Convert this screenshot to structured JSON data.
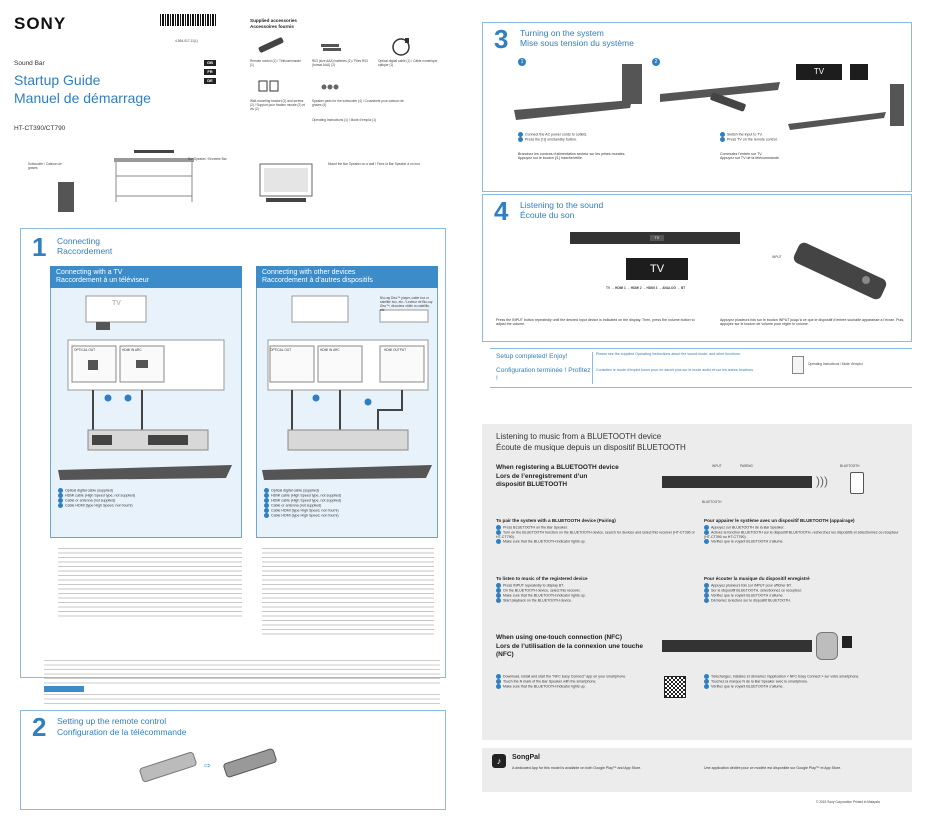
{
  "brand": "SONY",
  "model_code": "4-594-017-11(1)",
  "product": "Sound Bar",
  "title_en": "Startup Guide",
  "title_fr": "Manuel de démarrage",
  "model": "HT-CT390/CT790",
  "langs": [
    "GB",
    "FR",
    "DE"
  ],
  "accessories": {
    "title_en": "Supplied accessories",
    "title_fr": "Accessoires fournis",
    "items": [
      "Remote control (1) / Télécommande (1)",
      "R03 (size AAA) batteries (2) / Piles R03 (format AAA) (2)",
      "Optical digital cable (1) / Câble numérique optique (1)",
      "Wall-mounting bracket (2) and screws (2) / Support pour fixation murale (2) et vis (2)",
      "Speaker pads for the subwoofer (4) / Coussinets pour caisson de graves (4)",
      "Operating Instructions (1) / Mode d’emploi (1)"
    ]
  },
  "placement": {
    "subwoofer": "Subwoofer / Caisson de graves",
    "bar": "Bar Speaker / Enceinte Bar",
    "wall": "Mount the Bar Speaker on a wall / Fixez la Bar Speaker à un mur"
  },
  "step1": {
    "num": "1",
    "title_en": "Connecting",
    "title_fr": "Raccordement",
    "tv_header_en": "Connecting with a TV",
    "tv_header_fr": "Raccordement à un téléviseur",
    "dev_header_en": "Connecting with other devices",
    "dev_header_fr": "Raccordement à d’autres dispositifs",
    "tv_label": "TV",
    "optical_out": "OPTICAL OUT",
    "hdmi_in_arc": "HDMI IN ARC",
    "hdmi_out": "HDMI OUTPUT",
    "device_note": "Blu-ray Disc™ player, cable box or satellite box, etc. / Lecteur de Blu-ray Disc™, décodeur câble ou satellite, etc.",
    "legend_tv": [
      "Optical digital cable (supplied)",
      "HDMI cable (High Speed type, not supplied)",
      "Cable or antenna (not supplied)",
      "Cable HDMI (type High Speed, non fourni)"
    ],
    "legend_dev": [
      "Optical digital cable (supplied)",
      "HDMI cable (High Speed type, not supplied)",
      "HDMI cable (High Speed type, not supplied)",
      "Cable or antenna (not supplied)",
      "Cable HDMI (type High Speed, non fourni)",
      "Cable HDMI (type High Speed, non fourni)"
    ]
  },
  "step2": {
    "num": "2",
    "title_en": "Setting up the remote control",
    "title_fr": "Configuration de la télécommande"
  },
  "step3": {
    "num": "3",
    "title_en": "Turning on the system",
    "title_fr": "Mise sous tension du système",
    "tv_label": "TV",
    "sub1": "1",
    "sub2": "2",
    "text_left": [
      "Connect the AC power cords to outlets.",
      "Press the [/1] on/standby button.",
      "Branchez les cordons d’alimentation secteur sur les prises murales.",
      "Appuyez sur le bouton [/1] marche/veille."
    ],
    "text_right": [
      "Switch the input to TV.",
      "Press TV on the remote control.",
      "Commutez l’entrée sur TV.",
      "Appuyez sur TV de la télécommande."
    ]
  },
  "step4": {
    "num": "4",
    "title_en": "Listening to the sound",
    "title_fr": "Écoute du son",
    "tv_label": "TV",
    "input_label": "INPUT",
    "sequence": "TV → HDMI 1 → HDMI 2 → HDMI 3 → ANALOG → BT",
    "text_left": "Press the INPUT button repeatedly until the desired input device is indicated on the display. Then, press the volume button to adjust the volume.",
    "text_right": "Appuyez plusieurs fois sur le bouton INPUT jusqu’à ce que le dispositif d’entrée souhaité apparaisse à l’écran. Puis, appuyez sur le bouton de volume pour régler le volume."
  },
  "setup": {
    "done_en": "Setup completed! Enjoy!",
    "done_fr": "Configuration terminée ! Profitez !",
    "note_en": "Please see the supplied Operating Instructions about the sound mode, and other functions.",
    "note_fr": "Consultez le mode d’emploi fourni pour en savoir plus sur le mode audio et sur les autres fonctions.",
    "oi": "Operating Instructions / Mode d’emploi"
  },
  "bt": {
    "title_en": "Listening to music from a BLUETOOTH device",
    "title_fr": "Écoute de musique depuis un dispositif BLUETOOTH",
    "register_en": "When registering a BLUETOOTH device",
    "register_fr": "Lors de l’enregistrement d’un dispositif BLUETOOTH",
    "pair_title_en": "To pair the system with a BLUETOOTH device (Pairing)",
    "pair_title_fr": "Pour appairer le système avec un dispositif BLUETOOTH (appairage)",
    "listen_title_en": "To listen to music of the registered device",
    "listen_title_fr": "Pour écouter la musique du dispositif enregistré",
    "nfc_en": "When using one-touch connection (NFC)",
    "nfc_fr": "Lors de l’utilisation de la connexion une touche (NFC)",
    "pair_steps_en": [
      "Press BLUETOOTH on the Bar Speaker.",
      "Turn on the BLUETOOTH function on the BLUETOOTH device, search for devices and select this receiver (HT-CT390 or HT-CT790).",
      "Make sure that the BLUETOOTH indicator lights up."
    ],
    "pair_steps_fr": [
      "Appuyez sur BLUETOOTH de la Bar Speaker.",
      "Activez la fonction BLUETOOTH sur le dispositif BLUETOOTH, recherchez les dispositifs et sélectionnez ce récepteur (HT-CT390 ou HT-CT790).",
      "Vérifiez que le voyant BLUETOOTH s’allume."
    ],
    "listen_steps_en": [
      "Press INPUT repeatedly to display BT.",
      "On the BLUETOOTH device, select this receiver.",
      "Make sure that the BLUETOOTH indicator lights up.",
      "Start playback on the BLUETOOTH device."
    ],
    "listen_steps_fr": [
      "Appuyez plusieurs fois sur INPUT pour afficher BT.",
      "Sur le dispositif BLUETOOTH, sélectionnez ce récepteur.",
      "Vérifiez que le voyant BLUETOOTH s’allume.",
      "Démarrez la lecture sur le dispositif BLUETOOTH."
    ],
    "nfc_steps_en": [
      "Download, install and start the “NFC Easy Connect” app on your smartphone.",
      "Touch the N mark of the Bar Speaker with the smartphone.",
      "Make sure that the BLUETOOTH indicator lights up."
    ],
    "nfc_steps_fr": [
      "Téléchargez, installez et démarrez l’application « NFC Easy Connect » sur votre smartphone.",
      "Touchez la marque N de la Bar Speaker avec le smartphone.",
      "Vérifiez que le voyant BLUETOOTH s’allume."
    ],
    "bt_label": "BLUETOOTH",
    "input_label": "INPUT",
    "pairing_label": "PAIRING"
  },
  "songpal": {
    "title": "SongPal",
    "text_en": "A dedicated App for this model is available on both Google Play™ and App Store.",
    "text_fr": "Une application dédiée pour ce modèle est disponible sur Google Play™ et App Store."
  },
  "copyright": "© 2015 Sony Corporation   Printed in Malaysia"
}
